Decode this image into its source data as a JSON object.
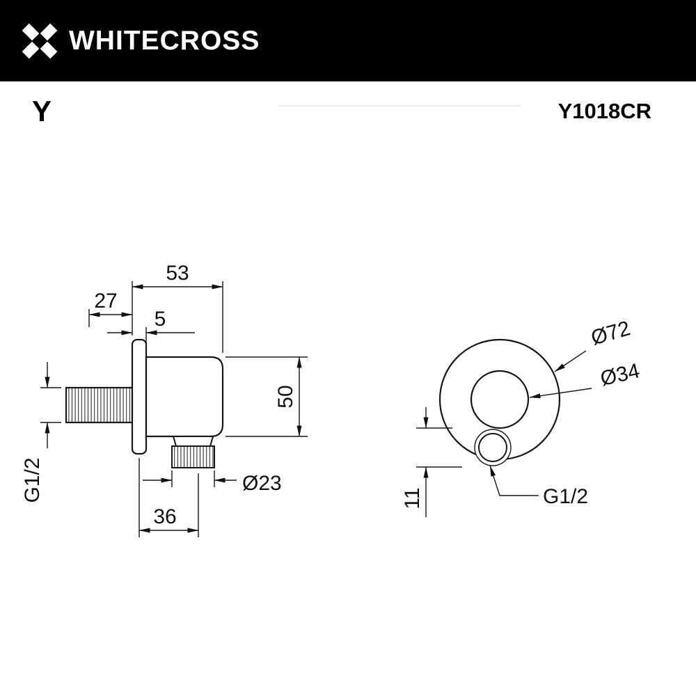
{
  "header": {
    "brand": "WHITECROSS"
  },
  "product": {
    "series": "Y",
    "model": "Y1018CR"
  },
  "drawing": {
    "side_view": {
      "dim_total_depth": "53",
      "dim_inlet_offset": "27",
      "dim_plate_thickness": "5",
      "dim_body_height": "50",
      "dim_outlet_diameter": "Ø23",
      "dim_outlet_offset": "36",
      "thread_size": "G1/2"
    },
    "front_view": {
      "dim_plate_diameter": "Ø72",
      "dim_body_diameter": "Ø34",
      "dim_outlet_offset": "11",
      "thread_size": "G1/2"
    }
  },
  "colors": {
    "header_bg": "#000000",
    "line_color": "#161616",
    "text_color": "#111111"
  }
}
